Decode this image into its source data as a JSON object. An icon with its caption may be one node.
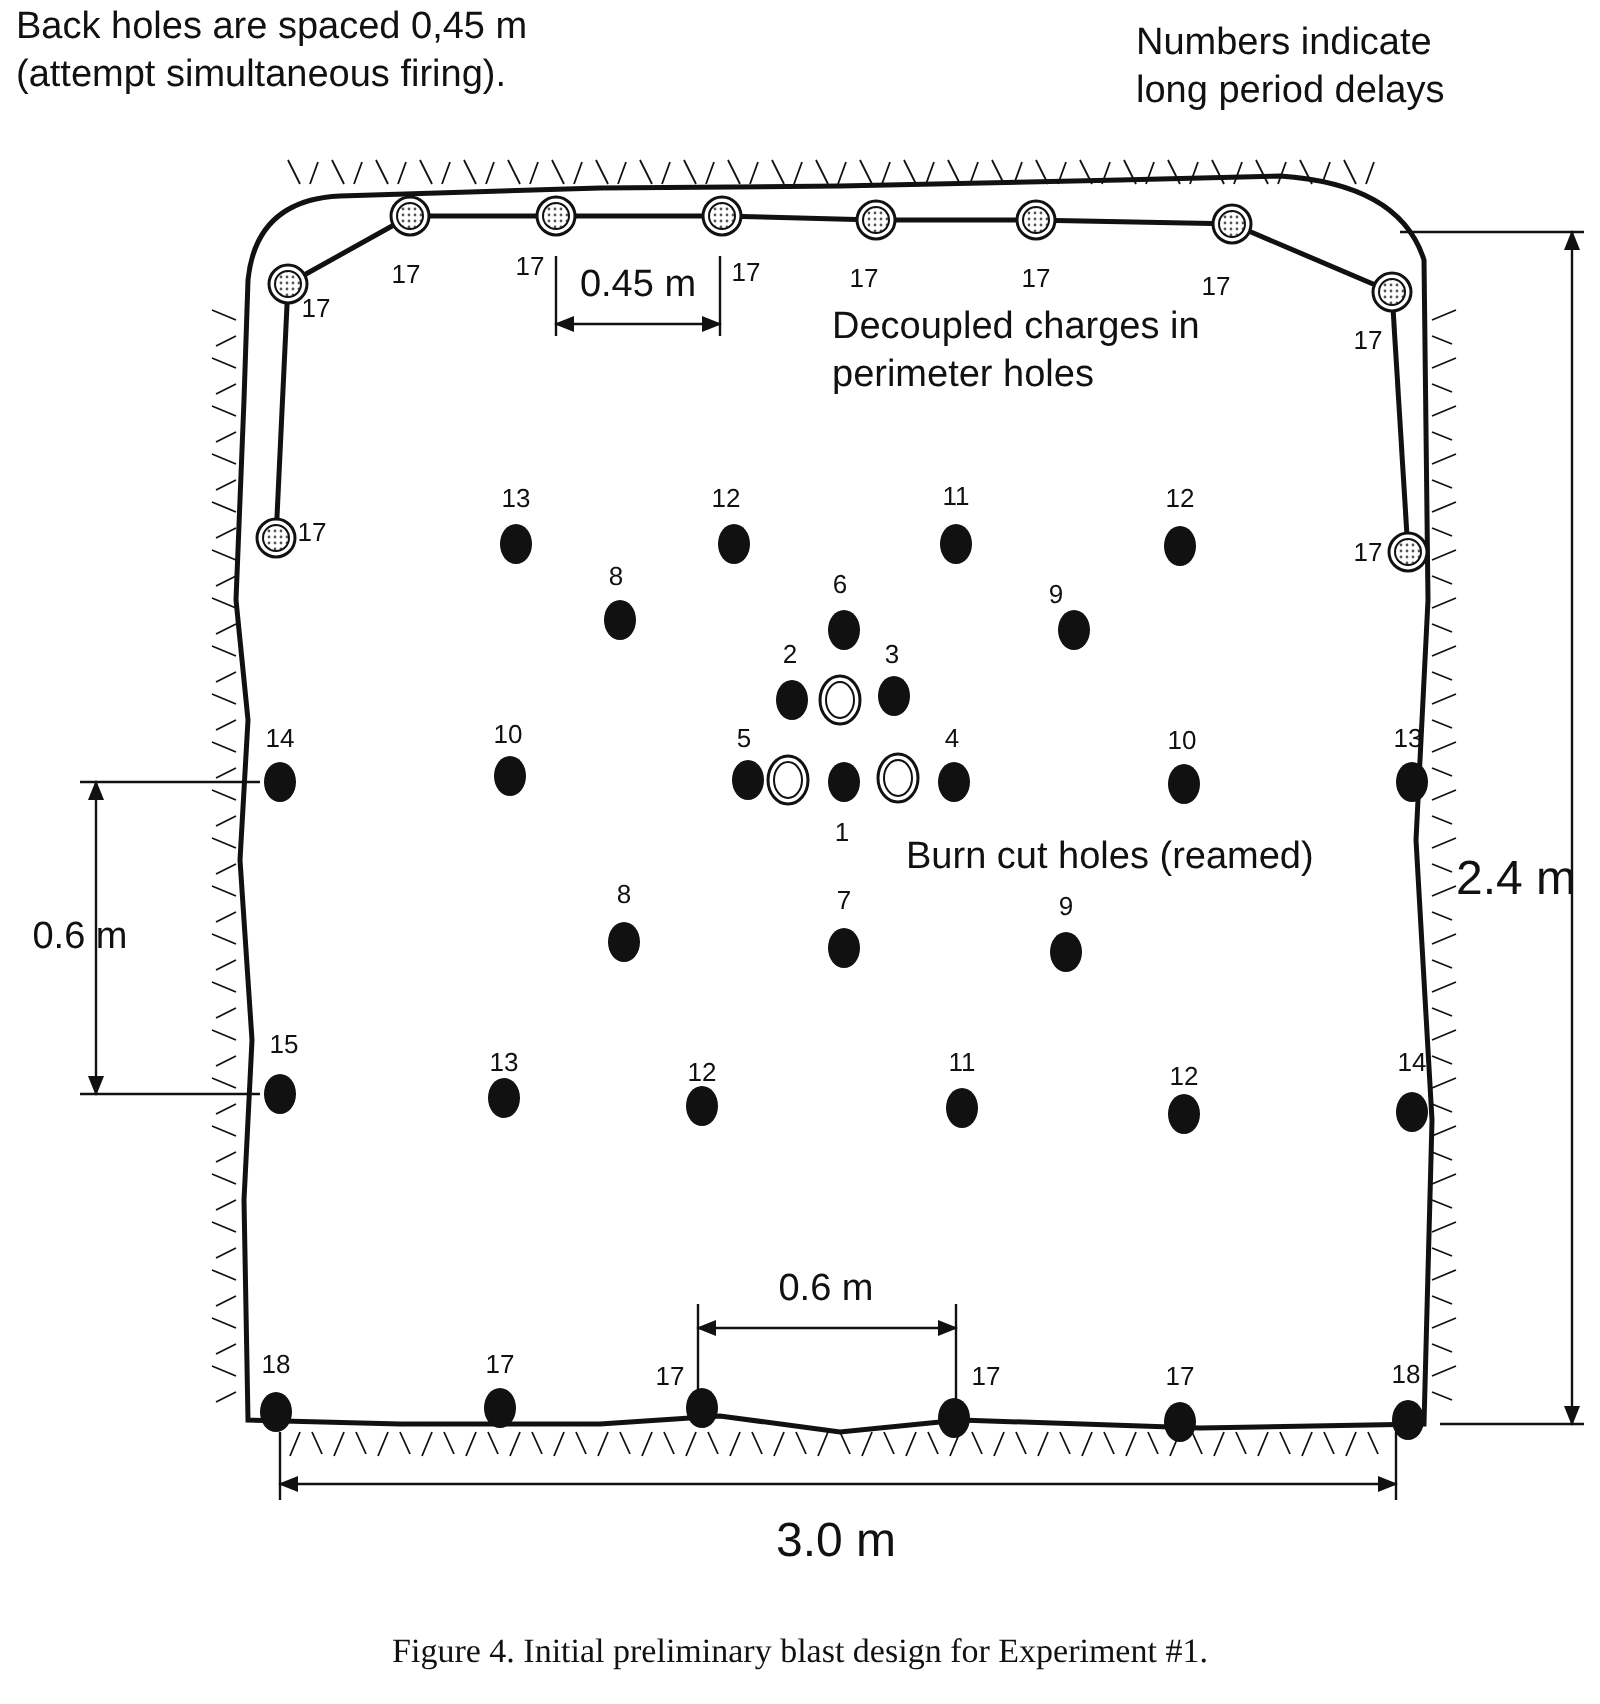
{
  "diagram": {
    "caption": "Figure 4. Initial preliminary blast design for Experiment #1.",
    "nodes": [
      {
        "text": [],
        "shape": "circle",
        "beside": [
          "17"
        ]
      },
      {
        "text": [],
        "shape": "circle",
        "beside": [
          "17"
        ]
      },
      {
        "text": [],
        "shape": "circle",
        "beside": [
          "17"
        ]
      },
      {
        "text": [],
        "shape": "circle",
        "beside": [
          "17"
        ]
      },
      {
        "text": [],
        "shape": "circle",
        "beside": [
          "17"
        ]
      },
      {
        "text": [],
        "shape": "circle",
        "beside": [
          "17"
        ]
      },
      {
        "text": [],
        "shape": "circle",
        "beside": [
          "17"
        ]
      },
      {
        "text": [],
        "shape": "circle",
        "beside": [
          "17"
        ]
      },
      {
        "text": [],
        "shape": "circle",
        "beside": [
          "17"
        ]
      },
      {
        "text": [],
        "shape": "circle",
        "beside": [
          "17"
        ]
      }
    ],
    "edges": [
      {
        "from": 8,
        "to": 6,
        "arrow": "none"
      },
      {
        "from": 6,
        "to": 0,
        "arrow": "none"
      },
      {
        "from": 0,
        "to": 1,
        "arrow": "none"
      },
      {
        "from": 1,
        "to": 2,
        "arrow": "none"
      },
      {
        "from": 2,
        "to": 3,
        "arrow": "none"
      },
      {
        "from": 3,
        "to": 4,
        "arrow": "none"
      },
      {
        "from": 4,
        "to": 5,
        "arrow": "none"
      },
      {
        "from": 5,
        "to": 7,
        "arrow": "none"
      },
      {
        "from": 7,
        "to": 9,
        "arrow": "none"
      }
    ],
    "labels": [
      "Back holes are spaced 0,45 m (attempt simultaneous firing).",
      "Numbers indicate long period delays",
      "0.45 m",
      "Decoupled charges in perimeter holes",
      "13",
      "12",
      "11",
      "12",
      "8",
      "6",
      "9",
      "2",
      "3",
      "14",
      "10",
      "5",
      "4",
      "10",
      "13",
      "1",
      "Burn cut holes (reamed)",
      "0.6 m",
      "8",
      "7",
      "9",
      "15",
      "13",
      "12",
      "11",
      "12",
      "14",
      "0.6 m",
      "18",
      "17",
      "17",
      "17",
      "17",
      "18",
      "2.4 m",
      "3.0 m"
    ]
  }
}
